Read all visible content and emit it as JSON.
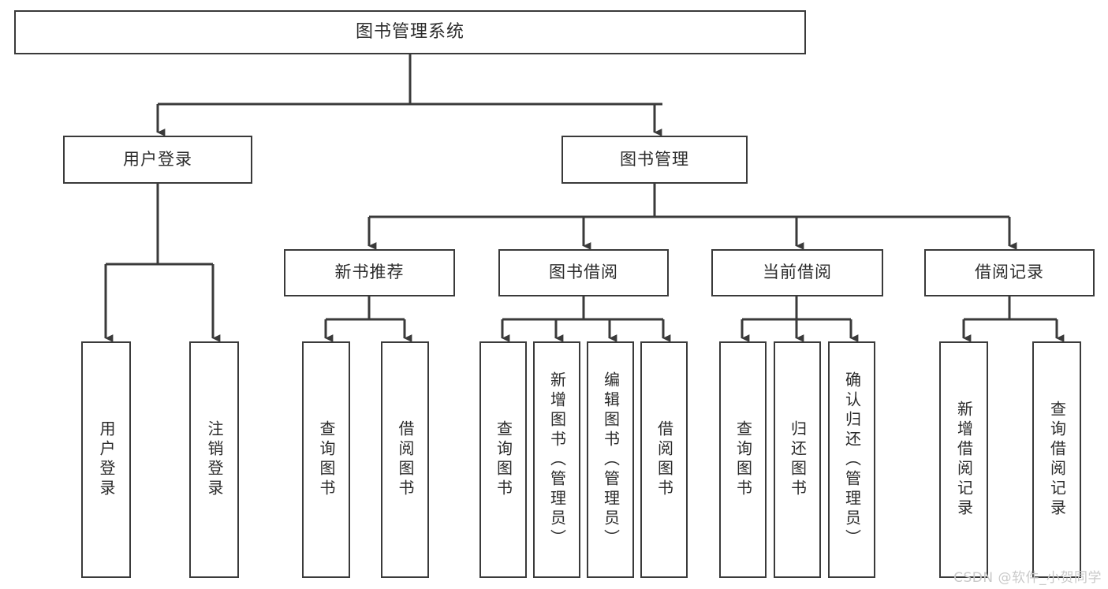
{
  "diagram": {
    "type": "hierarchy-block-diagram",
    "title": "图书管理系统",
    "levels": 4,
    "root": {
      "label": "图书管理系统"
    },
    "level2": [
      {
        "label": "用户登录"
      },
      {
        "label": "图书管理"
      }
    ],
    "level3": [
      {
        "label": "新书推荐"
      },
      {
        "label": "图书借阅"
      },
      {
        "label": "当前借阅"
      },
      {
        "label": "借阅记录"
      }
    ],
    "leaves": {
      "user_login": [
        {
          "label": "用户登录"
        },
        {
          "label": "注销登录"
        }
      ],
      "new_book_recommend": [
        {
          "label": "查询图书"
        },
        {
          "label": "借阅图书"
        }
      ],
      "book_borrow": [
        {
          "label": "查询图书"
        },
        {
          "label": "新增图书（管理员）"
        },
        {
          "label": "编辑图书（管理员）"
        },
        {
          "label": "借阅图书"
        }
      ],
      "current_borrow": [
        {
          "label": "查询图书"
        },
        {
          "label": "归还图书"
        },
        {
          "label": "确认归还（管理员）"
        }
      ],
      "borrow_record": [
        {
          "label": "新增借阅记录"
        },
        {
          "label": "查询借阅记录"
        }
      ]
    },
    "watermark": "CSDN @软件_小贺同学",
    "colors": {
      "box_border": "#3a3a3a",
      "box_fill": "#ffffff",
      "connector": "#3a3a3a",
      "text": "#2b2b2b",
      "watermark": "#c9c9c9",
      "background": "#ffffff"
    }
  }
}
